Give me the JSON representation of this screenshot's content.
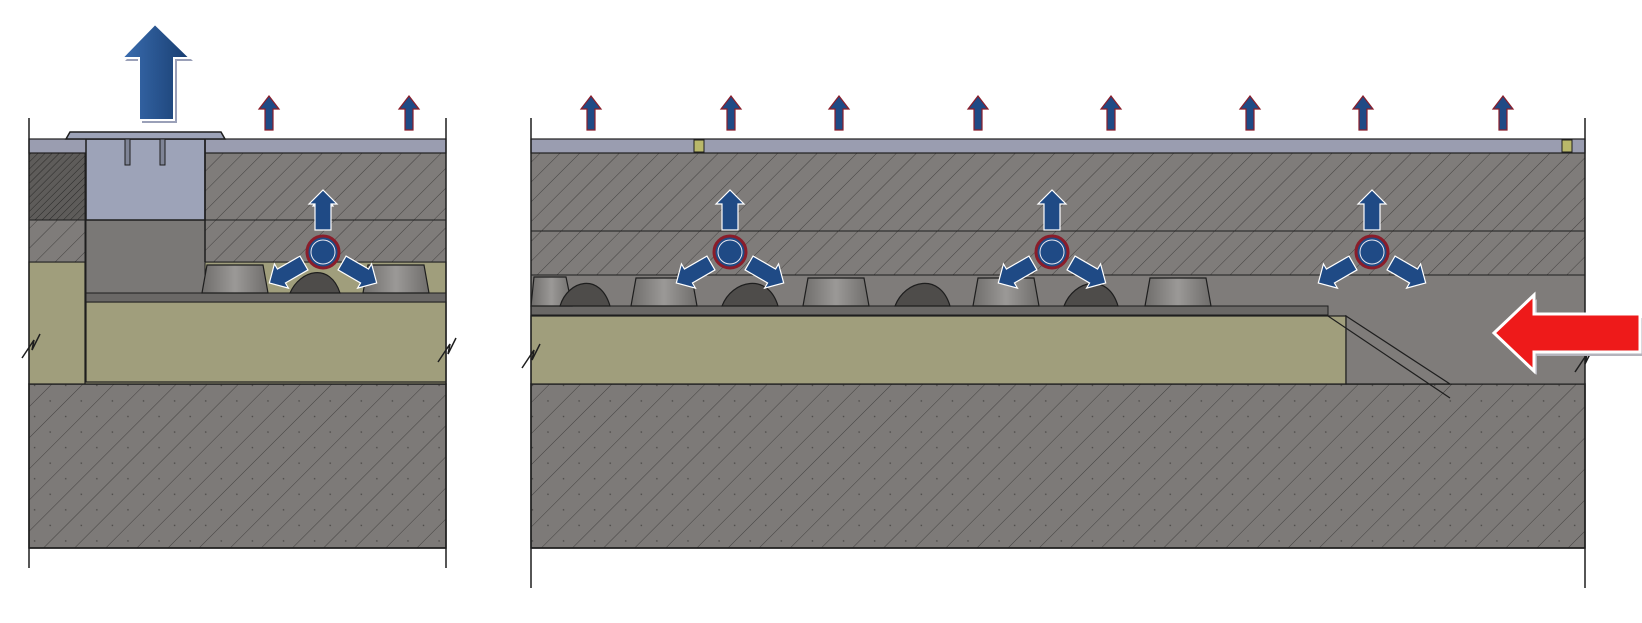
{
  "colors": {
    "background": "#ffffff",
    "screed": "#7f7c7a",
    "insulation": "#a09e7c",
    "slab": "#7d7a78",
    "finish": "#9a9db0",
    "grate": "#9da3b8",
    "outline": "#1e1e1e",
    "arrow_blue": "#1f4a85",
    "arrow_red": "#ee1a1a",
    "pipe_ring": "#8a1d2a",
    "joint": "#b9b86a",
    "hatch": "#3d3b3a"
  },
  "icons": {
    "small_arrow": "arrow-up-icon",
    "large_arrow": "arrow-up-large-icon",
    "pipe": "heating-pipe-icon",
    "red_arrow": "arrow-left-icon",
    "break_mark": "break-line-icon"
  },
  "panels": [
    {
      "name": "left-section",
      "floor_drain": true,
      "heating_pipes": 1,
      "emission_arrows": 2,
      "membrane_studs": 3
    },
    {
      "name": "right-section",
      "floor_drain": false,
      "heating_pipes": 3,
      "emission_arrows": 8,
      "membrane_studs": 9,
      "side_inflow_arrow": true
    }
  ]
}
